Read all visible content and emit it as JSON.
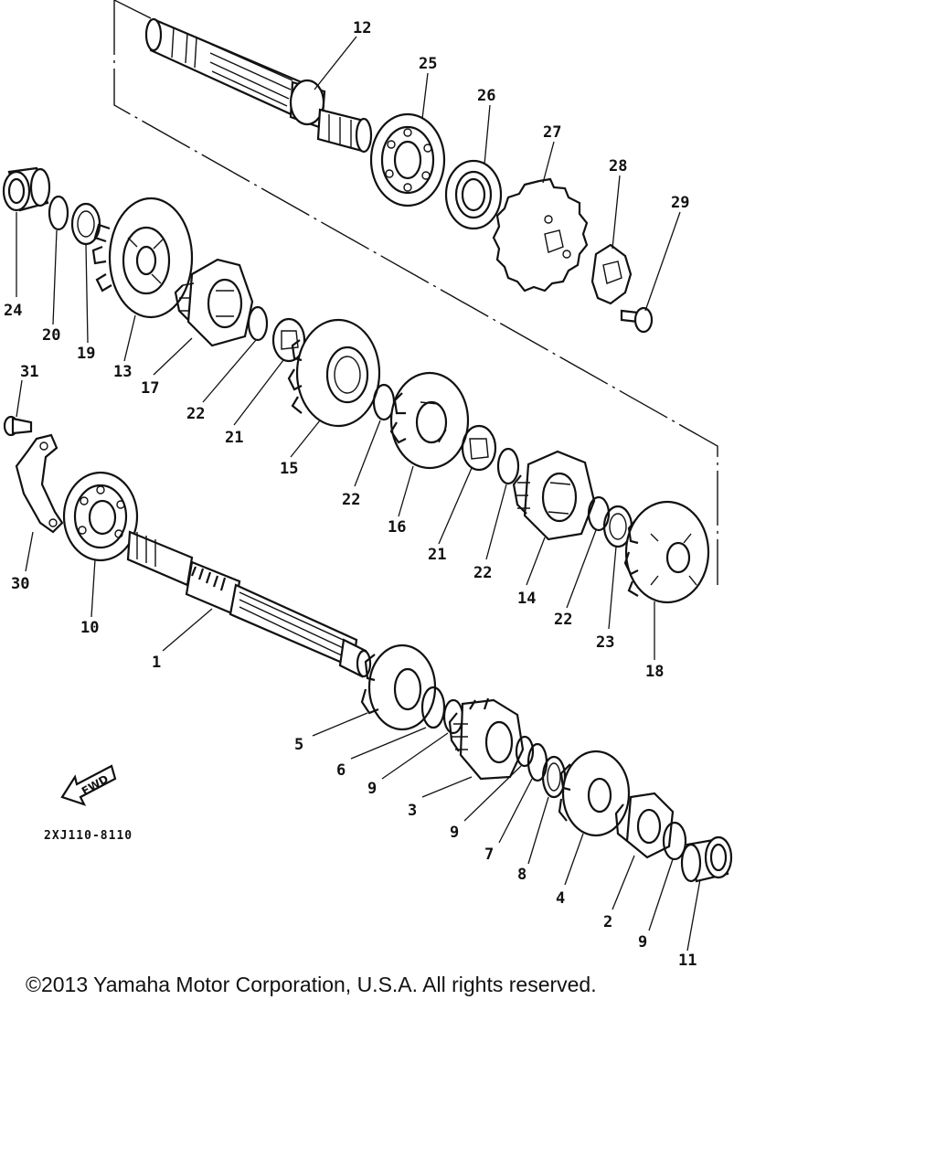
{
  "diagram": {
    "catalog_code": "2XJ110-8110",
    "fwd_label": "FWD",
    "callouts": [
      {
        "id": "c12",
        "label": "12"
      },
      {
        "id": "c25",
        "label": "25"
      },
      {
        "id": "c26",
        "label": "26"
      },
      {
        "id": "c27",
        "label": "27"
      },
      {
        "id": "c28",
        "label": "28"
      },
      {
        "id": "c29",
        "label": "29"
      },
      {
        "id": "c24",
        "label": "24"
      },
      {
        "id": "c20",
        "label": "20"
      },
      {
        "id": "c19",
        "label": "19"
      },
      {
        "id": "c13",
        "label": "13"
      },
      {
        "id": "c17",
        "label": "17"
      },
      {
        "id": "c22a",
        "label": "22"
      },
      {
        "id": "c21a",
        "label": "21"
      },
      {
        "id": "c15",
        "label": "15"
      },
      {
        "id": "c31",
        "label": "31"
      },
      {
        "id": "c22b",
        "label": "22"
      },
      {
        "id": "c16",
        "label": "16"
      },
      {
        "id": "c21b",
        "label": "21"
      },
      {
        "id": "c22c",
        "label": "22"
      },
      {
        "id": "c14",
        "label": "14"
      },
      {
        "id": "c22d",
        "label": "22"
      },
      {
        "id": "c23",
        "label": "23"
      },
      {
        "id": "c18",
        "label": "18"
      },
      {
        "id": "c30",
        "label": "30"
      },
      {
        "id": "c10",
        "label": "10"
      },
      {
        "id": "c1",
        "label": "1"
      },
      {
        "id": "c5",
        "label": "5"
      },
      {
        "id": "c6",
        "label": "6"
      },
      {
        "id": "c9a",
        "label": "9"
      },
      {
        "id": "c3",
        "label": "3"
      },
      {
        "id": "c9b",
        "label": "9"
      },
      {
        "id": "c7",
        "label": "7"
      },
      {
        "id": "c8",
        "label": "8"
      },
      {
        "id": "c4",
        "label": "4"
      },
      {
        "id": "c2",
        "label": "2"
      },
      {
        "id": "c9c",
        "label": "9"
      },
      {
        "id": "c11",
        "label": "11"
      }
    ]
  },
  "footer": {
    "copyright": "©2013 Yamaha Motor Corporation, U.S.A. All rights reserved."
  }
}
